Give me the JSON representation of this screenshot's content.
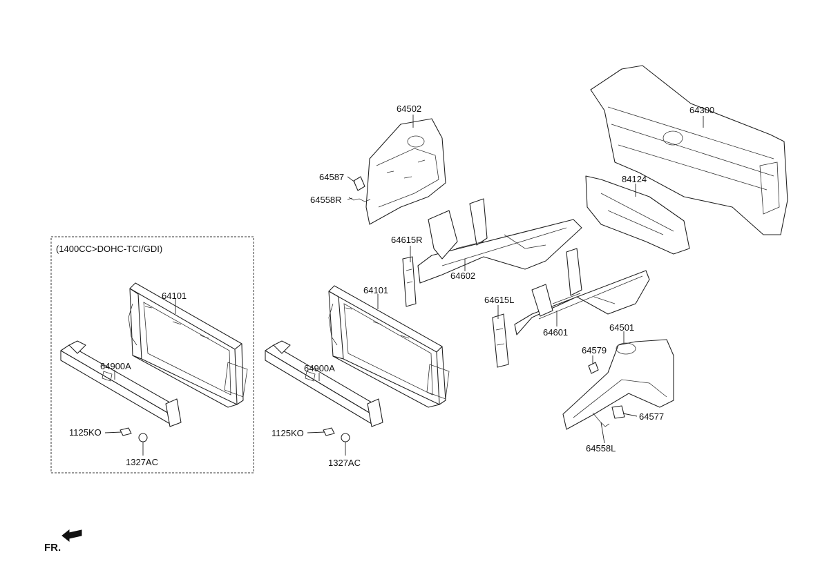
{
  "option_box": {
    "caption": "(1400CC>DOHC-TCI/GDI)"
  },
  "labels": {
    "p64502": "64502",
    "p64587": "64587",
    "p64558R": "64558R",
    "p64300": "64300",
    "p84124": "84124",
    "p64615R": "64615R",
    "p64602": "64602",
    "p64101_box": "64101",
    "p64900A_box": "64900A",
    "p1125KO_box": "1125KO",
    "p1327AC_box": "1327AC",
    "p64101": "64101",
    "p64900A": "64900A",
    "p1125KO": "1125KO",
    "p1327AC": "1327AC",
    "p64615L": "64615L",
    "p64601": "64601",
    "p64501": "64501",
    "p64579": "64579",
    "p64577": "64577",
    "p64558L": "64558L"
  },
  "orientation": {
    "label": "FR."
  },
  "icons": {
    "front_arrow": "arrow-left-icon"
  }
}
